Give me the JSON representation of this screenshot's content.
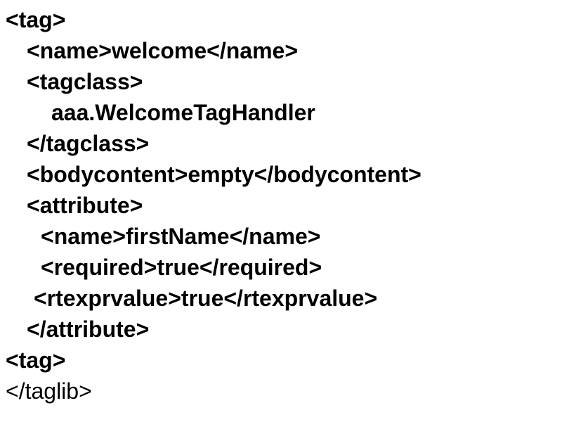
{
  "page": {
    "background_color": "#ffffff",
    "text_color": "#000000"
  },
  "code": {
    "lines": [
      {
        "text": "<tag>",
        "indent": 0,
        "bold": true
      },
      {
        "text": "<name>welcome</name>",
        "indent": 1,
        "bold": true
      },
      {
        "text": "<tagclass>",
        "indent": 1,
        "bold": true
      },
      {
        "text": "aaa.WelcomeTagHandler",
        "indent": 2,
        "bold": true
      },
      {
        "text": "</tagclass>",
        "indent": 1,
        "bold": true
      },
      {
        "text": "<bodycontent>empty</bodycontent>",
        "indent": 1,
        "bold": true
      },
      {
        "text": "<attribute>",
        "indent": 1,
        "bold": true
      },
      {
        "text": "<name>firstName</name>",
        "indent": 1.5,
        "bold": true
      },
      {
        "text": "<required>true</required>",
        "indent": 1.5,
        "bold": true
      },
      {
        "text": "<rtexprvalue>true</rtexprvalue>",
        "indent": 1.25,
        "bold": true
      },
      {
        "text": "</attribute>",
        "indent": 1,
        "bold": true
      },
      {
        "text": "<tag>",
        "indent": 0,
        "bold": true
      },
      {
        "text": "</taglib>",
        "indent": 0,
        "bold": false
      }
    ]
  }
}
